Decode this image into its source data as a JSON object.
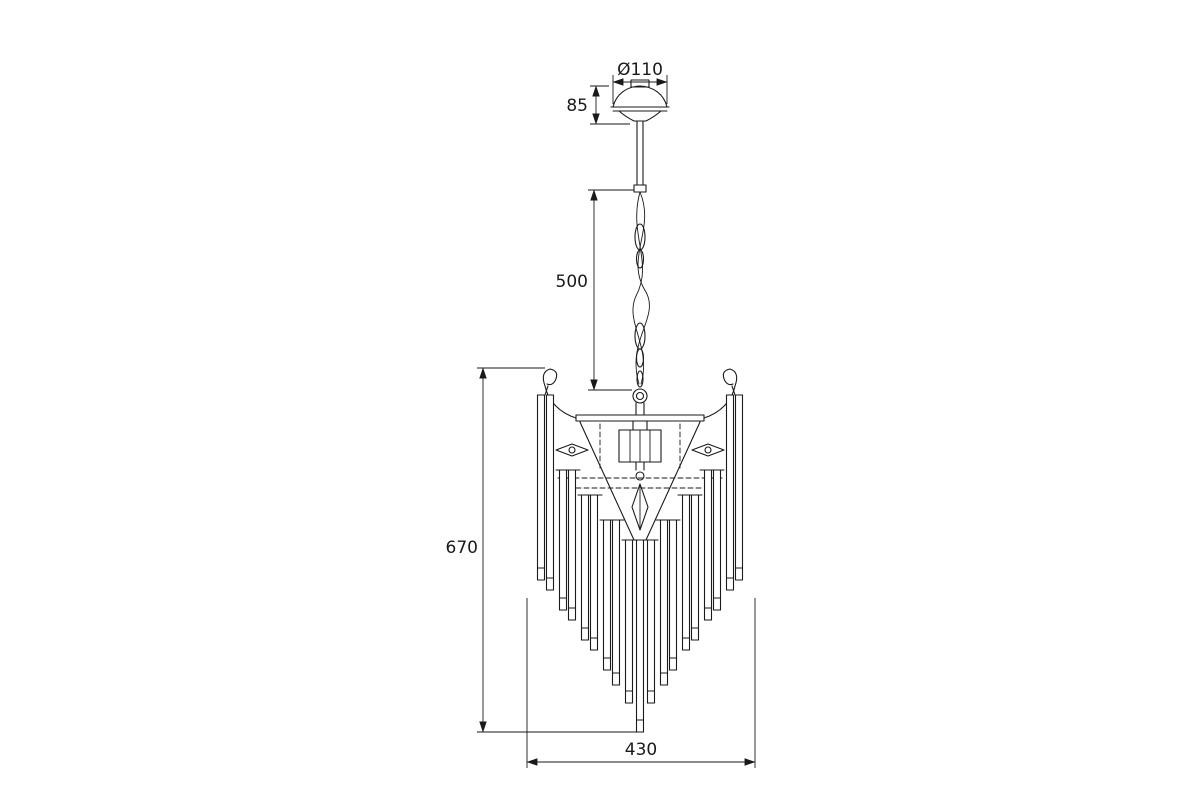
{
  "diagram": {
    "dimension_labels": {
      "canopy_diameter": "Ø110",
      "canopy_height": "85",
      "suspension_length": "500",
      "fixture_height": "670",
      "fixture_width": "430"
    },
    "colors": {
      "line": "#1a1a1a",
      "background": "#ffffff"
    }
  }
}
